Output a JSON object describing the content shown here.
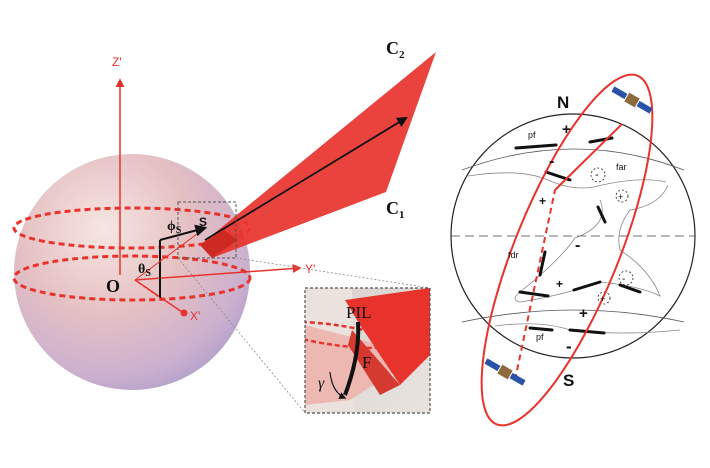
{
  "left_panel": {
    "axis_labels": {
      "z": "Z'",
      "y": "Y'",
      "x": "X'"
    },
    "origin_label": "O",
    "point_label": "S",
    "theta_label": "θ",
    "phi_label": "ϕ",
    "sub_s": "S",
    "c1_label": "C",
    "c1_sub": "1",
    "c2_label": "C",
    "c2_sub": "2"
  },
  "inset": {
    "pil_label": "PIL",
    "f_label": "F",
    "gamma_label": "γ"
  },
  "right_panel": {
    "north_label": "N",
    "south_label": "S",
    "top_pf_label": "pf",
    "bottom_pf_label": "pf",
    "far_label": "far",
    "fdr_label": "fdr",
    "plus_sign": "+",
    "minus_sign": "-"
  },
  "colors": {
    "accent_red": "#e8332c",
    "sphere_pink": "#e6b8bc",
    "sphere_lilac": "#b5a7cf",
    "inset_border": "#666666"
  }
}
